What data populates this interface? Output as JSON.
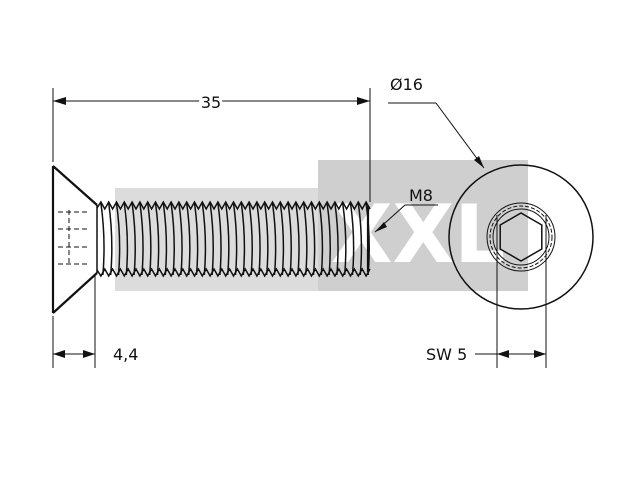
{
  "dimensions": {
    "length": "35",
    "thread": "M8",
    "head_diameter": "Ø16",
    "head_height": "4,4",
    "socket_size": "SW 5"
  },
  "colors": {
    "line": "#111111",
    "watermark": "#d4d4d4",
    "background": "#ffffff"
  },
  "watermark_text": "XXL"
}
